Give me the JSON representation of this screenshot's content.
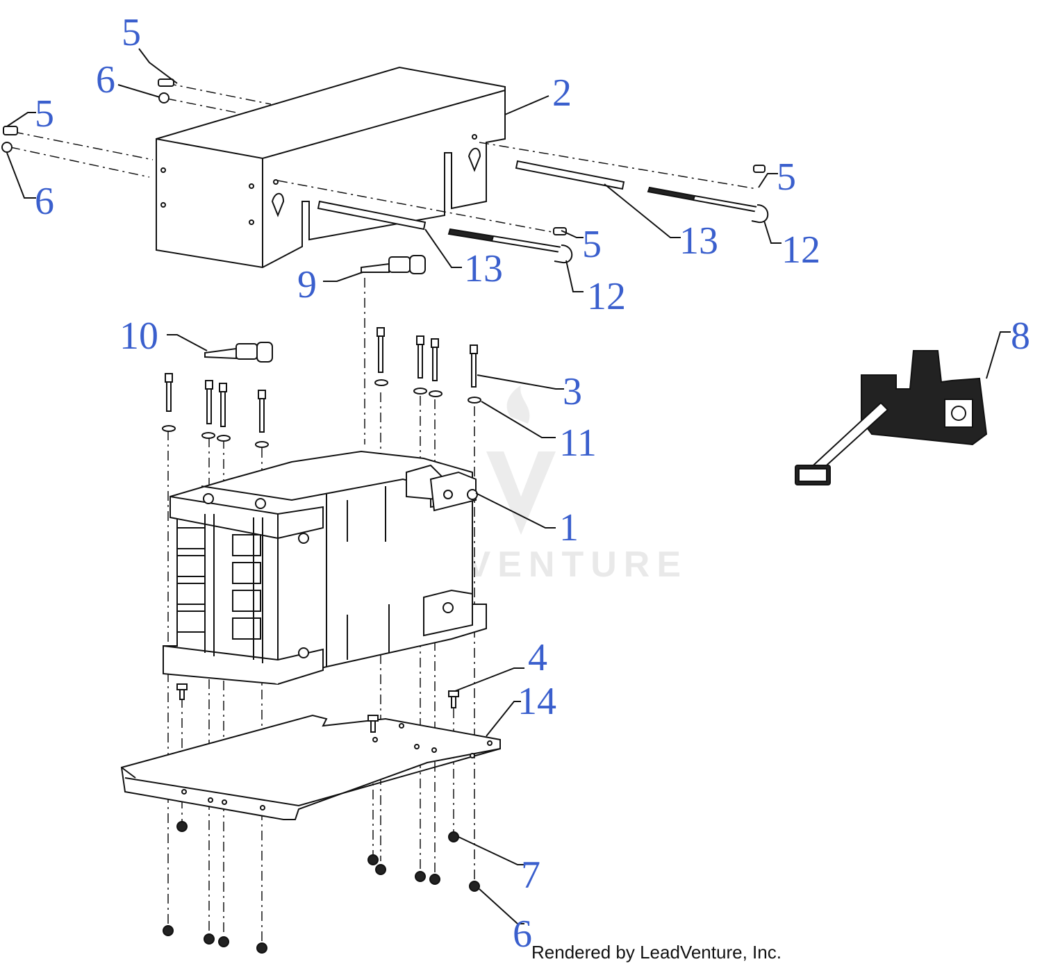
{
  "callouts": {
    "c1": "1",
    "c2": "2",
    "c3": "3",
    "c4": "4",
    "c5a": "5",
    "c5b": "5",
    "c5c": "5",
    "c5d": "5",
    "c6a": "6",
    "c6b": "6",
    "c6c": "6",
    "c7": "7",
    "c8": "8",
    "c9": "9",
    "c10": "10",
    "c11": "11",
    "c12a": "12",
    "c12b": "12",
    "c13a": "13",
    "c13b": "13",
    "c14": "14"
  },
  "watermark": "LEADVENTURE",
  "credit": "Rendered by LeadVenture, Inc.",
  "colors": {
    "callout": "#3a5fcd",
    "line": "#111111",
    "watermark": "#e9e9e9"
  }
}
